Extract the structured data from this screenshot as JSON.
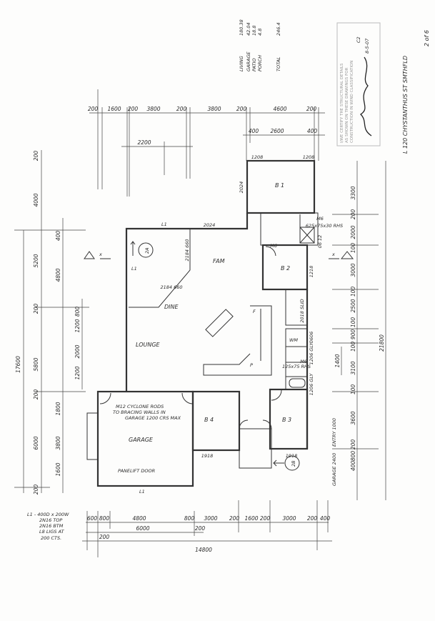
{
  "areas": {
    "rows": [
      {
        "label": "LIVING",
        "value": "180.38"
      },
      {
        "label": "GARAGE",
        "value": "42.04"
      },
      {
        "label": "PATIO",
        "value": "18.8"
      },
      {
        "label": "PORCH",
        "value": "4.8"
      }
    ],
    "total_label": "TOTAL",
    "total_value": "246.4"
  },
  "stamp": {
    "lines": [
      "I/WE CERTIFY THE STRUCTURAL DETAILS",
      "AS SHOWN ON THESE DRAWINGS FOR",
      "CONSTRUCTION IN WIND CLASSIFICATION"
    ],
    "class": "C2",
    "date": "8-5-07"
  },
  "address": "L 120   CHYSTANTHUS   ST   SMTHFLD",
  "sheet": "2 of 6",
  "rooms": {
    "b1": "B 1",
    "b2": "B 2",
    "b3": "B 3",
    "b4": "B 4",
    "fam": "FAM",
    "dine": "DINE",
    "lounge": "LOUNGE",
    "garage": "GARAGE",
    "fridge": "F",
    "pantry": "P",
    "wm": "WM"
  },
  "notes": {
    "cyclone": [
      "M12 CYCLONE RODS",
      "TO BRACING WALLS IN",
      "GARAGE 1200 CRS MAX"
    ],
    "panelift": "PANELIFT DOOR",
    "lintel": [
      "L1 - 400D x 200W",
      "2N16 TOP",
      "2N16 BTM",
      "L8 LIGS AT",
      "200 CTS."
    ],
    "l1_labels": [
      "L1",
      "L1",
      "L1"
    ],
    "windows": [
      "1208",
      "1208",
      "2024",
      "2024",
      "2184 660",
      "2184 660",
      "1918",
      "1918",
      "2018 SLID",
      "2018 SLID",
      "0606",
      "1206 GLY",
      "1206 GLY",
      "1218",
      "625x75x30 RHS",
      "06 12",
      "M6",
      "M6",
      "M6",
      "125x75 RHS"
    ],
    "entry": "ENTRY 1000",
    "garage_dim": "GARAGE 2400"
  },
  "sections": {
    "a": "2A",
    "b": "2B",
    "x_mark": "x"
  },
  "dims": {
    "top_row1": [
      "200",
      "1600",
      "200",
      "3800",
      "200",
      "3800",
      "200",
      "4600",
      "200"
    ],
    "top_row2": [
      "400",
      "2600",
      "400"
    ],
    "top_2200": "2200",
    "left_outer": "17600",
    "left_col1": [
      "200",
      "4000",
      "5200",
      "200",
      "5800",
      "200",
      "6000",
      "200"
    ],
    "left_col2": [
      "400",
      "4800",
      "1800",
      "3800",
      "1600"
    ],
    "left_col3": [
      "800",
      "1200",
      "2000",
      "1200"
    ],
    "right_col": [
      "3300",
      "200",
      "2000",
      "100",
      "3000",
      "100",
      "2500",
      "100",
      "900",
      "100",
      "3100",
      "100",
      "3600",
      "200",
      "800",
      "400"
    ],
    "right_1400": "1400",
    "right_total": "21800",
    "bottom_row1": [
      "600",
      "800",
      "4800",
      "800",
      "3000",
      "200",
      "1600",
      "200",
      "3000",
      "200",
      "400"
    ],
    "bottom_row2": [
      "6000",
      "200"
    ],
    "bottom_200": "200",
    "bottom_total": "14800"
  },
  "colors": {
    "ink": "#2a2a2a",
    "paper": "#fdfdfc",
    "stamp": "#999999"
  }
}
